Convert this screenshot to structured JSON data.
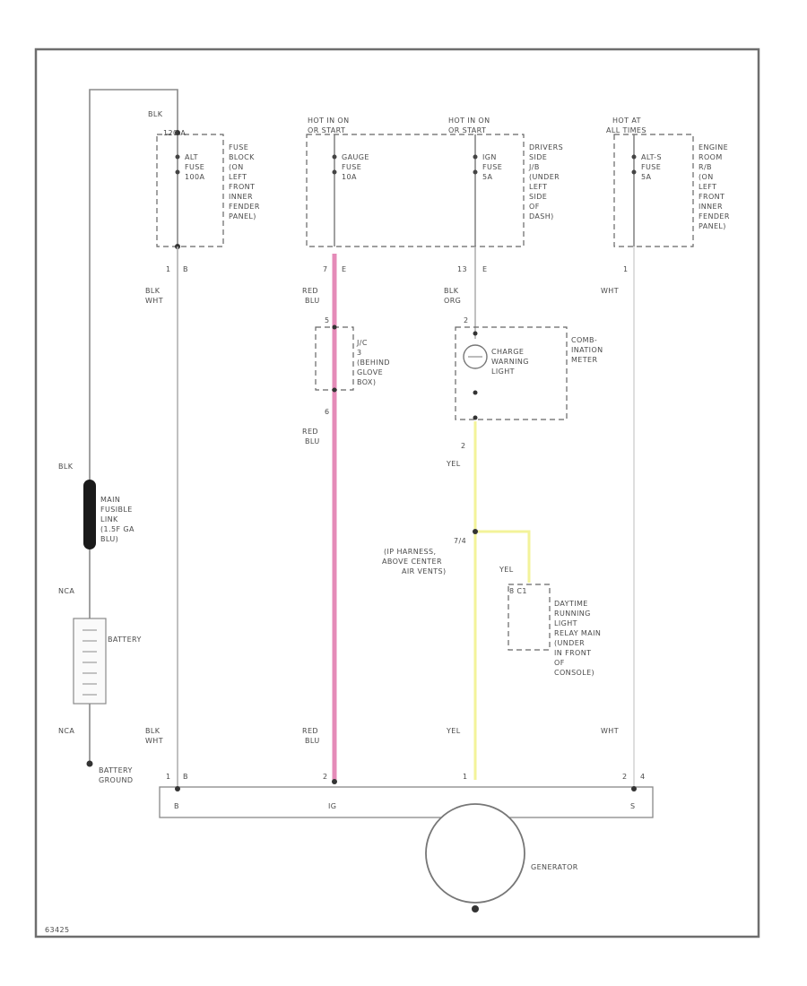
{
  "battery_side": {
    "fusible_link_wire": "BLK",
    "fusible_link_label": [
      "MAIN",
      "FUSIBLE",
      "LINK",
      "(1.5F GA",
      "BLU)"
    ],
    "battery_wire_top": "NCA",
    "battery_label": "BATTERY",
    "battery_wire_bottom": "NCA",
    "ground_label": [
      "BATTERY",
      "GROUND"
    ]
  },
  "top_labels": {
    "alt_feed": [
      "BLK",
      "120 A"
    ],
    "gauge_hot": [
      "HOT IN ON",
      "OR START"
    ],
    "ign_hot": [
      "HOT IN ON",
      "OR START"
    ],
    "alt_s_hot": [
      "HOT AT",
      "ALL TIMES"
    ]
  },
  "fuses": {
    "alt": [
      "ALT",
      "FUSE",
      "100A"
    ],
    "gauge": [
      "GAUGE",
      "FUSE",
      "10A"
    ],
    "ign": [
      "IGN",
      "FUSE",
      "5A"
    ],
    "alt_s": [
      "ALT-S",
      "FUSE",
      "5A"
    ]
  },
  "fuse_block_labels": {
    "engine_room_left": [
      "FUSE",
      "BLOCK",
      "(ON",
      "LEFT",
      "FRONT",
      "INNER",
      "FENDER",
      "PANEL)"
    ],
    "driver_side": [
      "DRIVERS",
      "SIDE",
      "J/B",
      "(UNDER",
      "LEFT",
      "SIDE",
      "OF",
      "DASH)"
    ],
    "engine_room_right": [
      "ENGINE",
      "ROOM",
      "R/B",
      "(ON",
      "LEFT",
      "FRONT",
      "INNER",
      "FENDER",
      "PANEL)"
    ]
  },
  "pins": {
    "alt_out": [
      "1",
      "B"
    ],
    "gauge_out": [
      "7",
      "E"
    ],
    "ign_out": [
      "13",
      "E"
    ],
    "alt_s_out": [
      "1"
    ],
    "jc_in": "5",
    "jc_out": "6",
    "meter_in": "2",
    "meter_out": "2",
    "splice": "7/4",
    "drl_pin": "8 C1",
    "gen_b": [
      "1",
      "B"
    ],
    "gen_ig": [
      "2"
    ],
    "gen_l": [
      "1"
    ],
    "gen_s": [
      "2",
      "4"
    ]
  },
  "wire_colors": {
    "alt_upper": [
      "BLK",
      "WHT"
    ],
    "gauge_upper": [
      "RED",
      "BLU"
    ],
    "ign_upper": [
      "BLK",
      "ORG"
    ],
    "alt_s_upper": "WHT",
    "gauge_mid": [
      "RED",
      "BLU"
    ],
    "meter_mid": "YEL",
    "drl_branch": "YEL",
    "alt_lower": [
      "BLK",
      "WHT"
    ],
    "gauge_lower": [
      "RED",
      "BLU"
    ],
    "yel_lower": "YEL",
    "alt_s_lower": "WHT"
  },
  "components": {
    "junction": [
      "J/C",
      "3",
      "(BEHIND",
      "GLOVE",
      "BOX)"
    ],
    "charge_light": [
      "CHARGE",
      "WARNING",
      "LIGHT"
    ],
    "meter": [
      "COMB-",
      "INATION",
      "METER"
    ],
    "splice": [
      "(IP HARNESS,",
      "ABOVE CENTER",
      "AIR VENTS)"
    ],
    "drl": [
      "DAYTIME",
      "RUNNING",
      "LIGHT",
      "RELAY MAIN",
      "(UNDER",
      "IN FRONT",
      "OF",
      "CONSOLE)"
    ],
    "generator": "GENERATOR",
    "gen_terminals": [
      "B",
      "IG",
      "S"
    ]
  },
  "figure_id": "63425",
  "colors": {
    "red_blu_wire": "#e58bb8",
    "yel_wire": "#f3f39a",
    "white_wire": "#d6d6d6",
    "line": "#6e6e6e",
    "text": "#4a4a4a"
  }
}
